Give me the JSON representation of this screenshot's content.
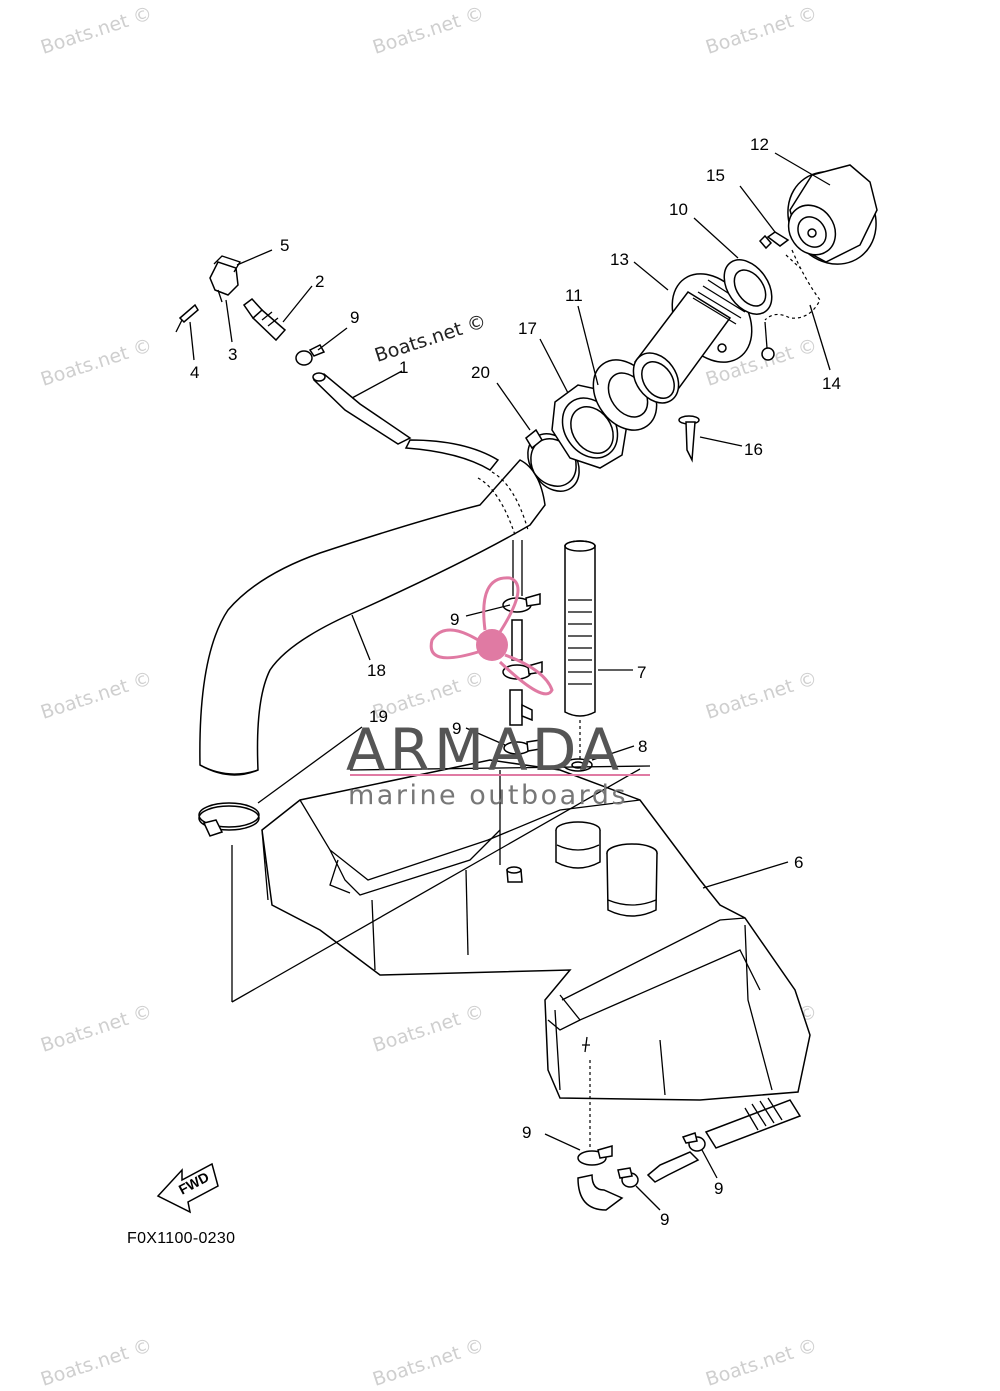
{
  "watermark": "Boats.net ©",
  "drawing_code": "F0X1100-0230",
  "fwd_label": "FWD",
  "logo": {
    "name": "ARMADA",
    "tagline": "marine outboards",
    "accent": "#e07aa3"
  },
  "callouts": {
    "c1": "1",
    "c2": "2",
    "c3": "3",
    "c4": "4",
    "c5": "5",
    "c6": "6",
    "c7": "7",
    "c8": "8",
    "c9a": "9",
    "c9b": "9",
    "c9c": "9",
    "c9d": "9",
    "c9e": "9",
    "c9f": "9",
    "c10": "10",
    "c11": "11",
    "c12": "12",
    "c13": "13",
    "c14": "14",
    "c15": "15",
    "c16": "16",
    "c17": "17",
    "c18": "18",
    "c19": "19",
    "c20": "20"
  }
}
